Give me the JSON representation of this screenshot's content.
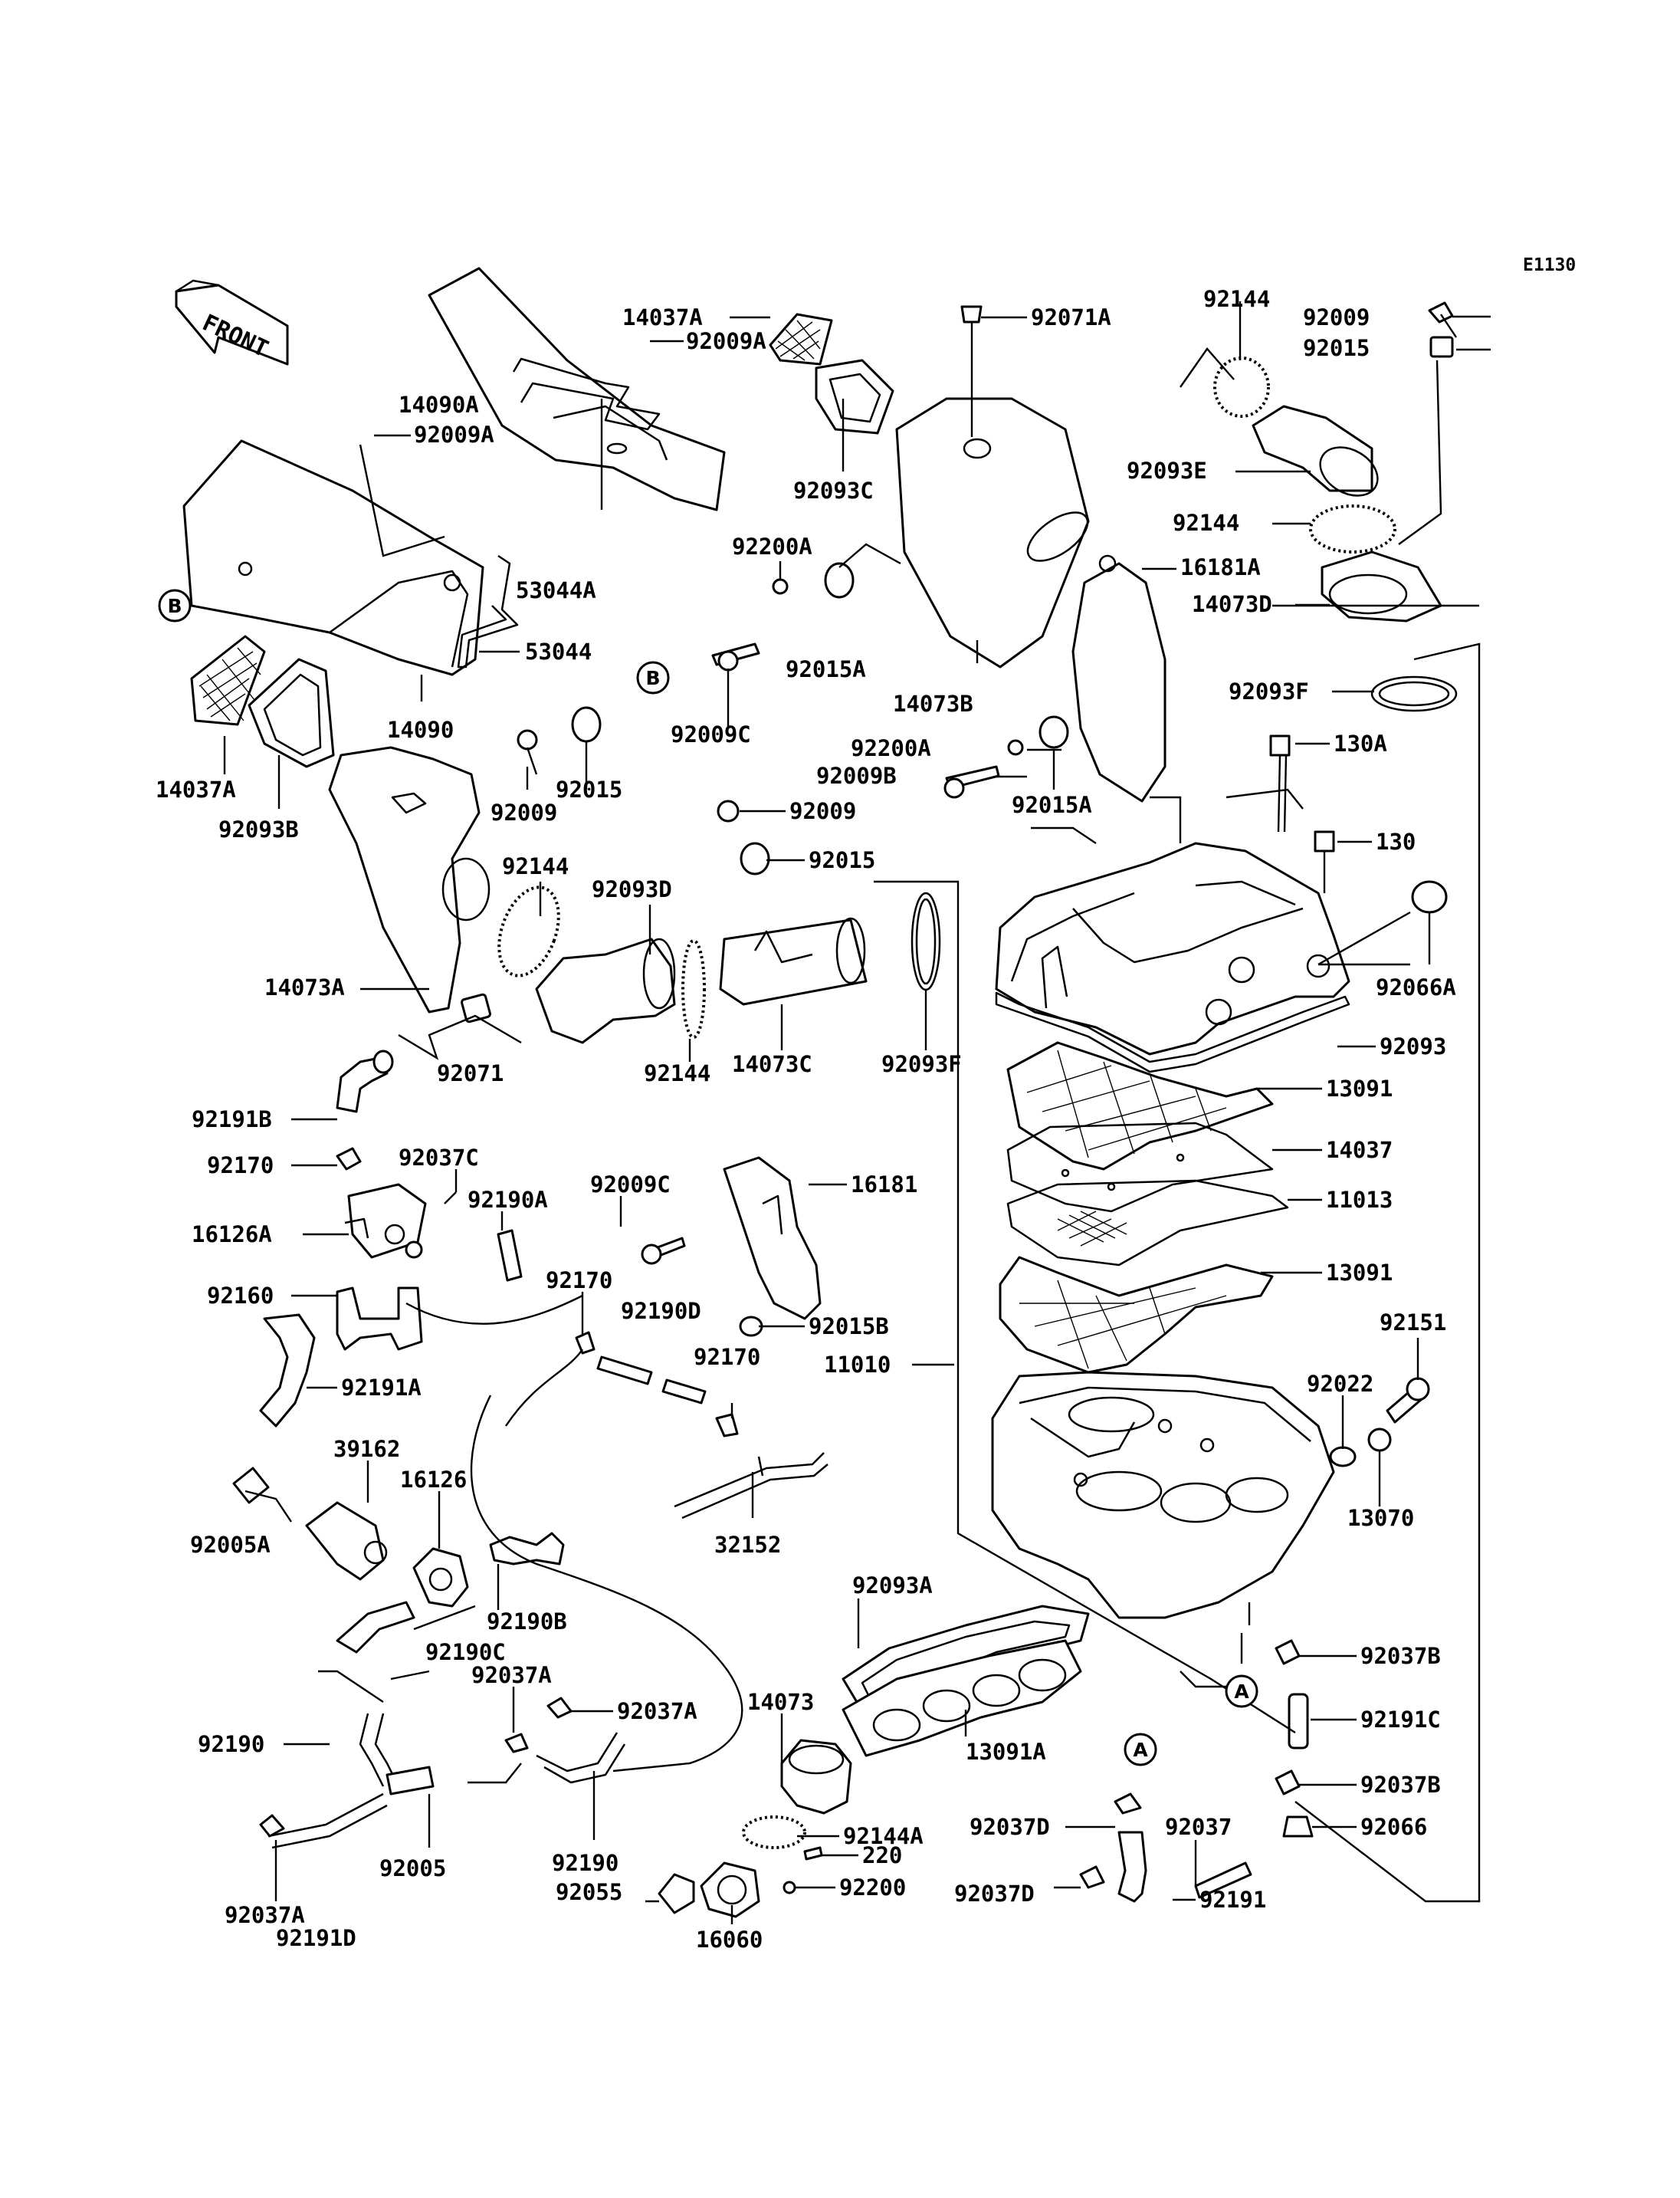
{
  "diagram_code": "E1130",
  "front_label": "FRONT",
  "ref_markers": {
    "a": "A",
    "b": "B"
  },
  "parts": {
    "p14037A_top": "14037A",
    "p92009A_top": "92009A",
    "p92071A": "92071A",
    "p92144_top": "92144",
    "p92009_top": "92009",
    "p92015_top": "92015",
    "p14090A": "14090A",
    "p92009A_left": "92009A",
    "p92093C": "92093C",
    "p92093E": "92093E",
    "p92144_mid": "92144",
    "p92200A": "92200A",
    "p53044A": "53044A",
    "p16181A": "16181A",
    "p14073D": "14073D",
    "p53044": "53044",
    "p92015A_1": "92015A",
    "p14073B": "14073B",
    "p92093F_1": "92093F",
    "p14090": "14090",
    "p92009C_1": "92009C",
    "p92200A_2": "92200A",
    "p130A": "130A",
    "p92009B": "92009B",
    "p14037A_left": "14037A",
    "p92009_mid": "92009",
    "p92015_mid": "92015",
    "p92015A_2": "92015A",
    "p92093B": "92093B",
    "p92009_center": "92009",
    "p130": "130",
    "p92015_center": "92015",
    "p92144_left": "92144",
    "p92093D": "92093D",
    "p14073A": "14073A",
    "p92066A": "92066A",
    "p92093F_2": "92093F",
    "p92093": "92093",
    "p92071": "92071",
    "p92144_low": "92144",
    "p14073C": "14073C",
    "p13091_1": "13091",
    "p92191B": "92191B",
    "p14037": "14037",
    "p92170_1": "92170",
    "p92037C": "92037C",
    "p92009C_2": "92009C",
    "p16181": "16181",
    "p11013": "11013",
    "p16126A": "16126A",
    "p92190A": "92190A",
    "p13091_2": "13091",
    "p92160": "92160",
    "p92170_2": "92170",
    "p92190D": "92190D",
    "p92015B": "92015B",
    "p92151": "92151",
    "p11010": "11010",
    "p92191A": "92191A",
    "p92170_3": "92170",
    "p92022": "92022",
    "p39162": "39162",
    "p16126": "16126",
    "p13070": "13070",
    "p92005A": "92005A",
    "p32152": "32152",
    "p92093A": "92093A",
    "p92190B": "92190B",
    "p92190C": "92190C",
    "p92037B_1": "92037B",
    "p92037A_1": "92037A",
    "p92037A_2": "92037A",
    "p14073": "14073",
    "p13091A": "13091A",
    "p92191C": "92191C",
    "p92190": "92190",
    "p92037B_2": "92037B",
    "p92144A": "92144A",
    "p92037D_1": "92037D",
    "p92037": "92037",
    "p92066": "92066",
    "p92005": "92005",
    "p220": "220",
    "p92190_low": "92190",
    "p92055": "92055",
    "p92200": "92200",
    "p92037D_2": "92037D",
    "p92191": "92191",
    "p92037A_3": "92037A",
    "p92191D": "92191D",
    "p16060": "16060"
  }
}
